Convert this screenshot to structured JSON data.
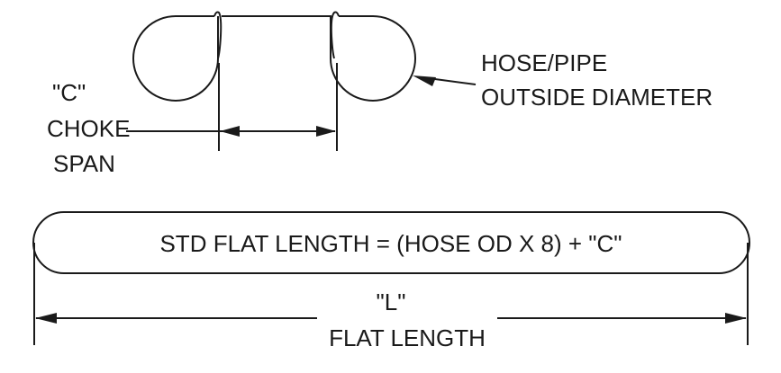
{
  "choke": {
    "line1": "\"C\"",
    "line2": "CHOKE",
    "line3": "SPAN"
  },
  "hose": {
    "line1": "HOSE/PIPE",
    "line2": "OUTSIDE DIAMETER"
  },
  "flat": {
    "formula": "STD FLAT LENGTH = (HOSE OD X 8) + \"C\"",
    "line1": "\"L\"",
    "line2": "FLAT LENGTH"
  },
  "colors": {
    "ink": "#1a1a1a",
    "background": "#ffffff"
  }
}
